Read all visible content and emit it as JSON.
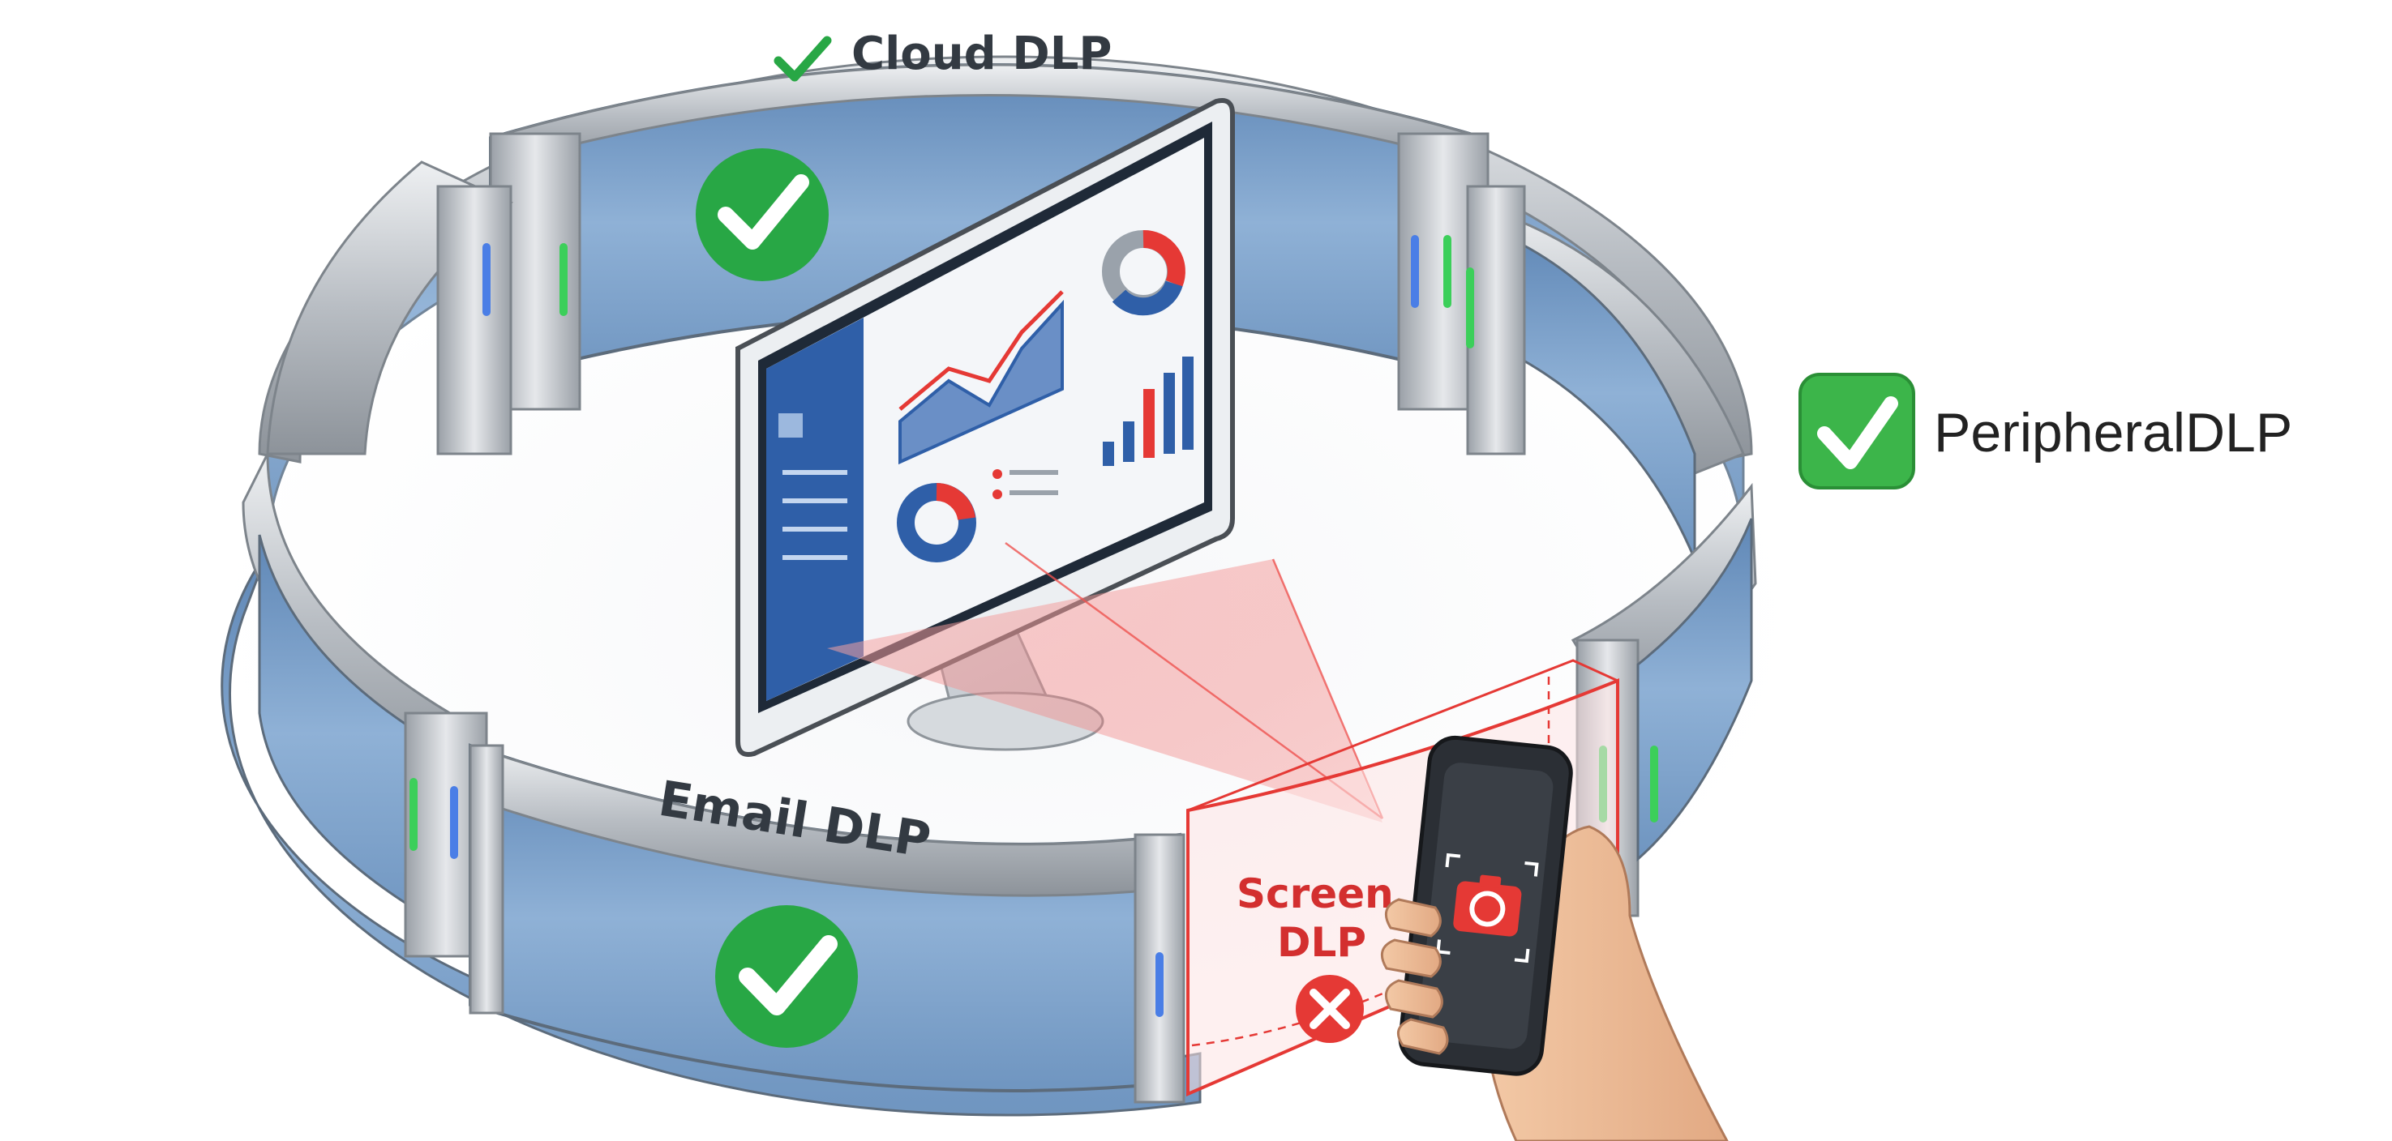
{
  "diagram": {
    "labels": {
      "cloud": "Cloud DLP",
      "email": "Email DLP",
      "peripheral": "PeripheralDLP",
      "screen_line1": "Screen",
      "screen_line2": "DLP"
    },
    "status": {
      "cloud": "protected",
      "email": "protected",
      "peripheral": "protected",
      "screen": "breached"
    },
    "icons": [
      "check-icon",
      "cross-icon",
      "camera-icon",
      "monitor-icon",
      "phone-icon"
    ],
    "colors": {
      "check_green": "#28a745",
      "breach_red": "#e53935",
      "glass_blue": "#7fa6cc",
      "frame_steel": "#b9bec4",
      "dashboard_blue": "#2f5fa8"
    }
  }
}
